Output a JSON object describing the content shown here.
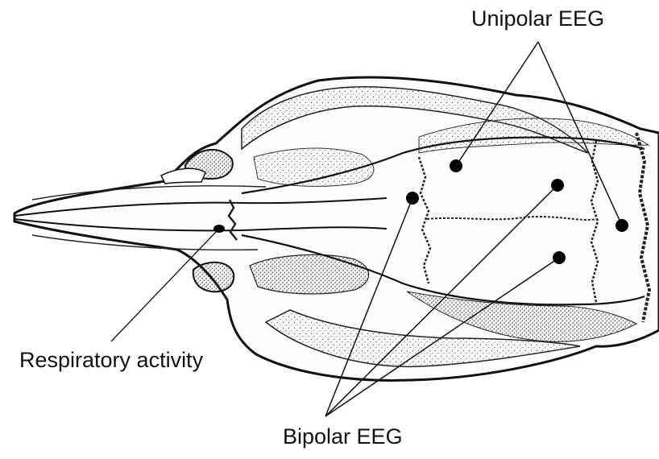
{
  "labels": {
    "unipolar": "Unipolar EEG",
    "respiratory": "Respiratory activity",
    "bipolar": "Bipolar EEG"
  },
  "colors": {
    "ink": "#111111",
    "background": "#ffffff",
    "bone_fill": "#fdfdfd",
    "stipple": "#555555"
  }
}
